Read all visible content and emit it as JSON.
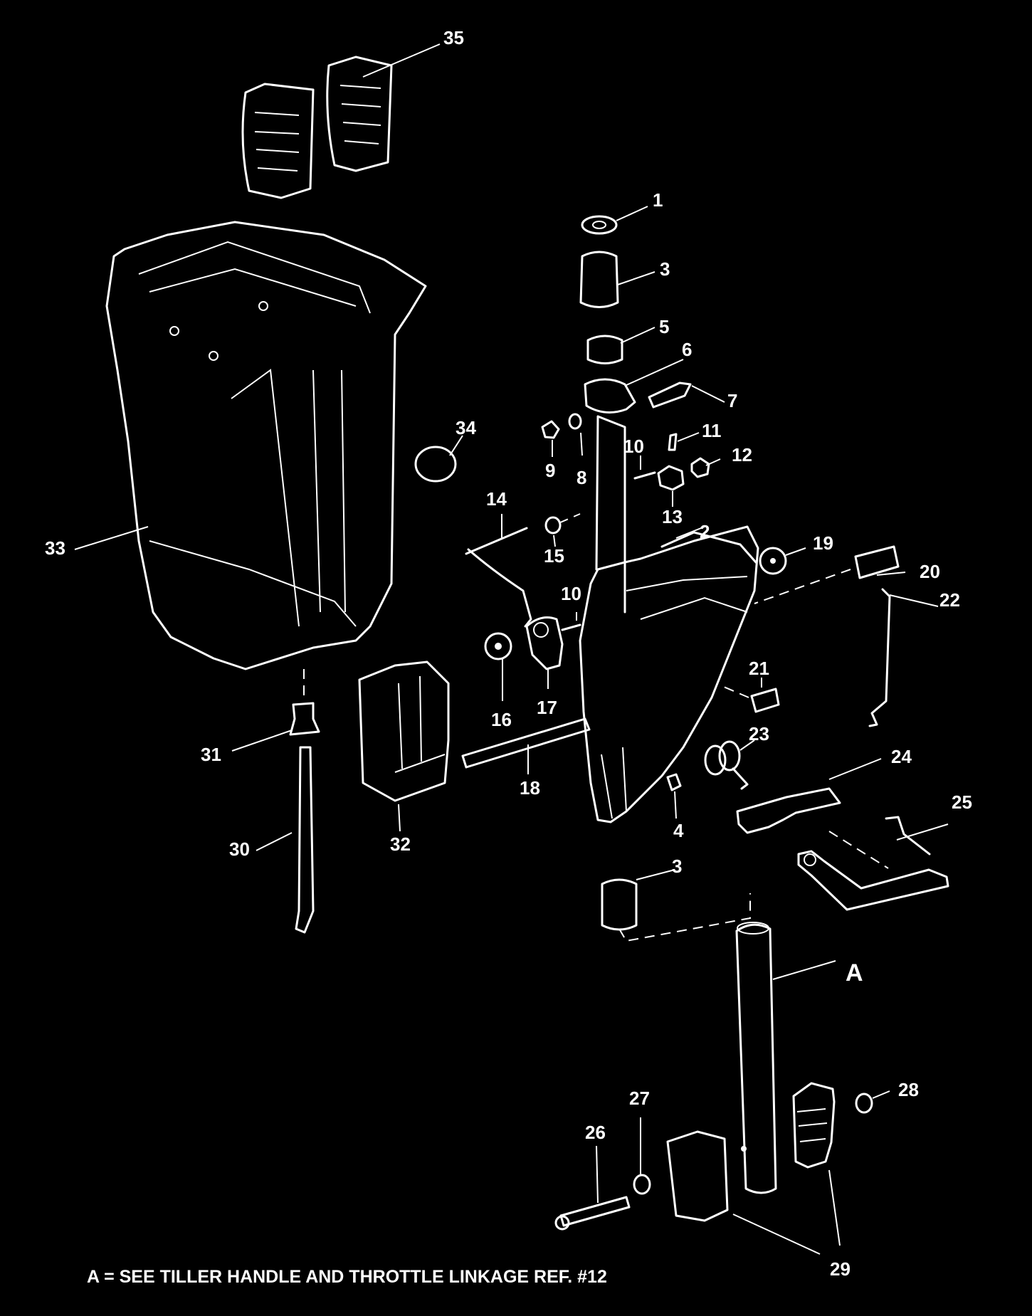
{
  "callouts": {
    "c1": "1",
    "c2": "2",
    "c3a": "3",
    "c3b": "3",
    "c4": "4",
    "c5": "5",
    "c6": "6",
    "c7": "7",
    "c8": "8",
    "c9": "9",
    "c10a": "10",
    "c10b": "10",
    "c11": "11",
    "c12": "12",
    "c13": "13",
    "c14": "14",
    "c15": "15",
    "c16": "16",
    "c17": "17",
    "c18": "18",
    "c19": "19",
    "c20": "20",
    "c21": "21",
    "c22": "22",
    "c23": "23",
    "c24": "24",
    "c25": "25",
    "c26": "26",
    "c27": "27",
    "c28": "28",
    "c29": "29",
    "c30": "30",
    "c31": "31",
    "c32": "32",
    "c33": "33",
    "c34": "34",
    "c35": "35",
    "cA": "A"
  },
  "footer_note": "A = SEE TILLER HANDLE AND THROTTLE LINKAGE REF. #12",
  "colors": {
    "background": "#000000",
    "linework": "#ffffff"
  }
}
